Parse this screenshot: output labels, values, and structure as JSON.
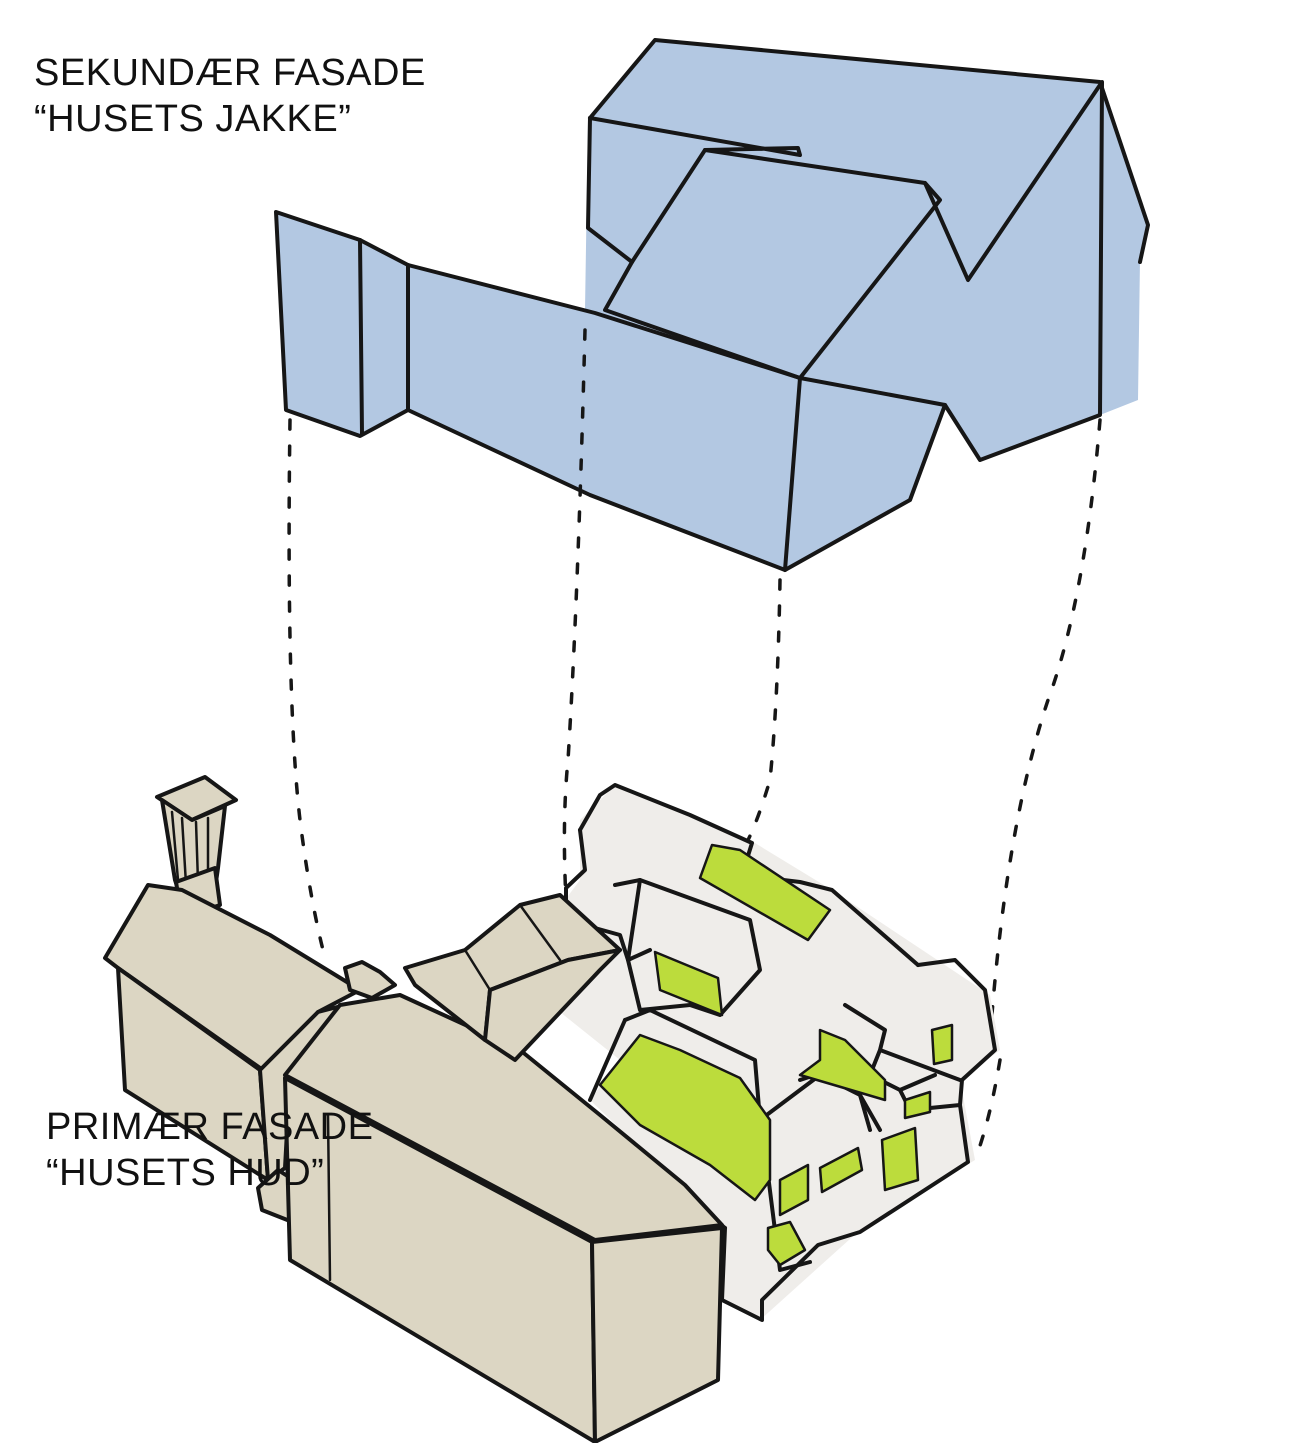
{
  "labels": {
    "secondary_title": "SEKUNDÆR FASADE",
    "secondary_subtitle": "“HUSETS JAKKE”",
    "primary_title": "PRIMÆR FASADE",
    "primary_subtitle": "“HUSETS HUD”"
  },
  "colors": {
    "secondary_facade": "#b3c8e2",
    "existing_building": "#dcd6c3",
    "new_building": "#efedea",
    "openings": "#bcdc3c",
    "ink": "#161616"
  }
}
